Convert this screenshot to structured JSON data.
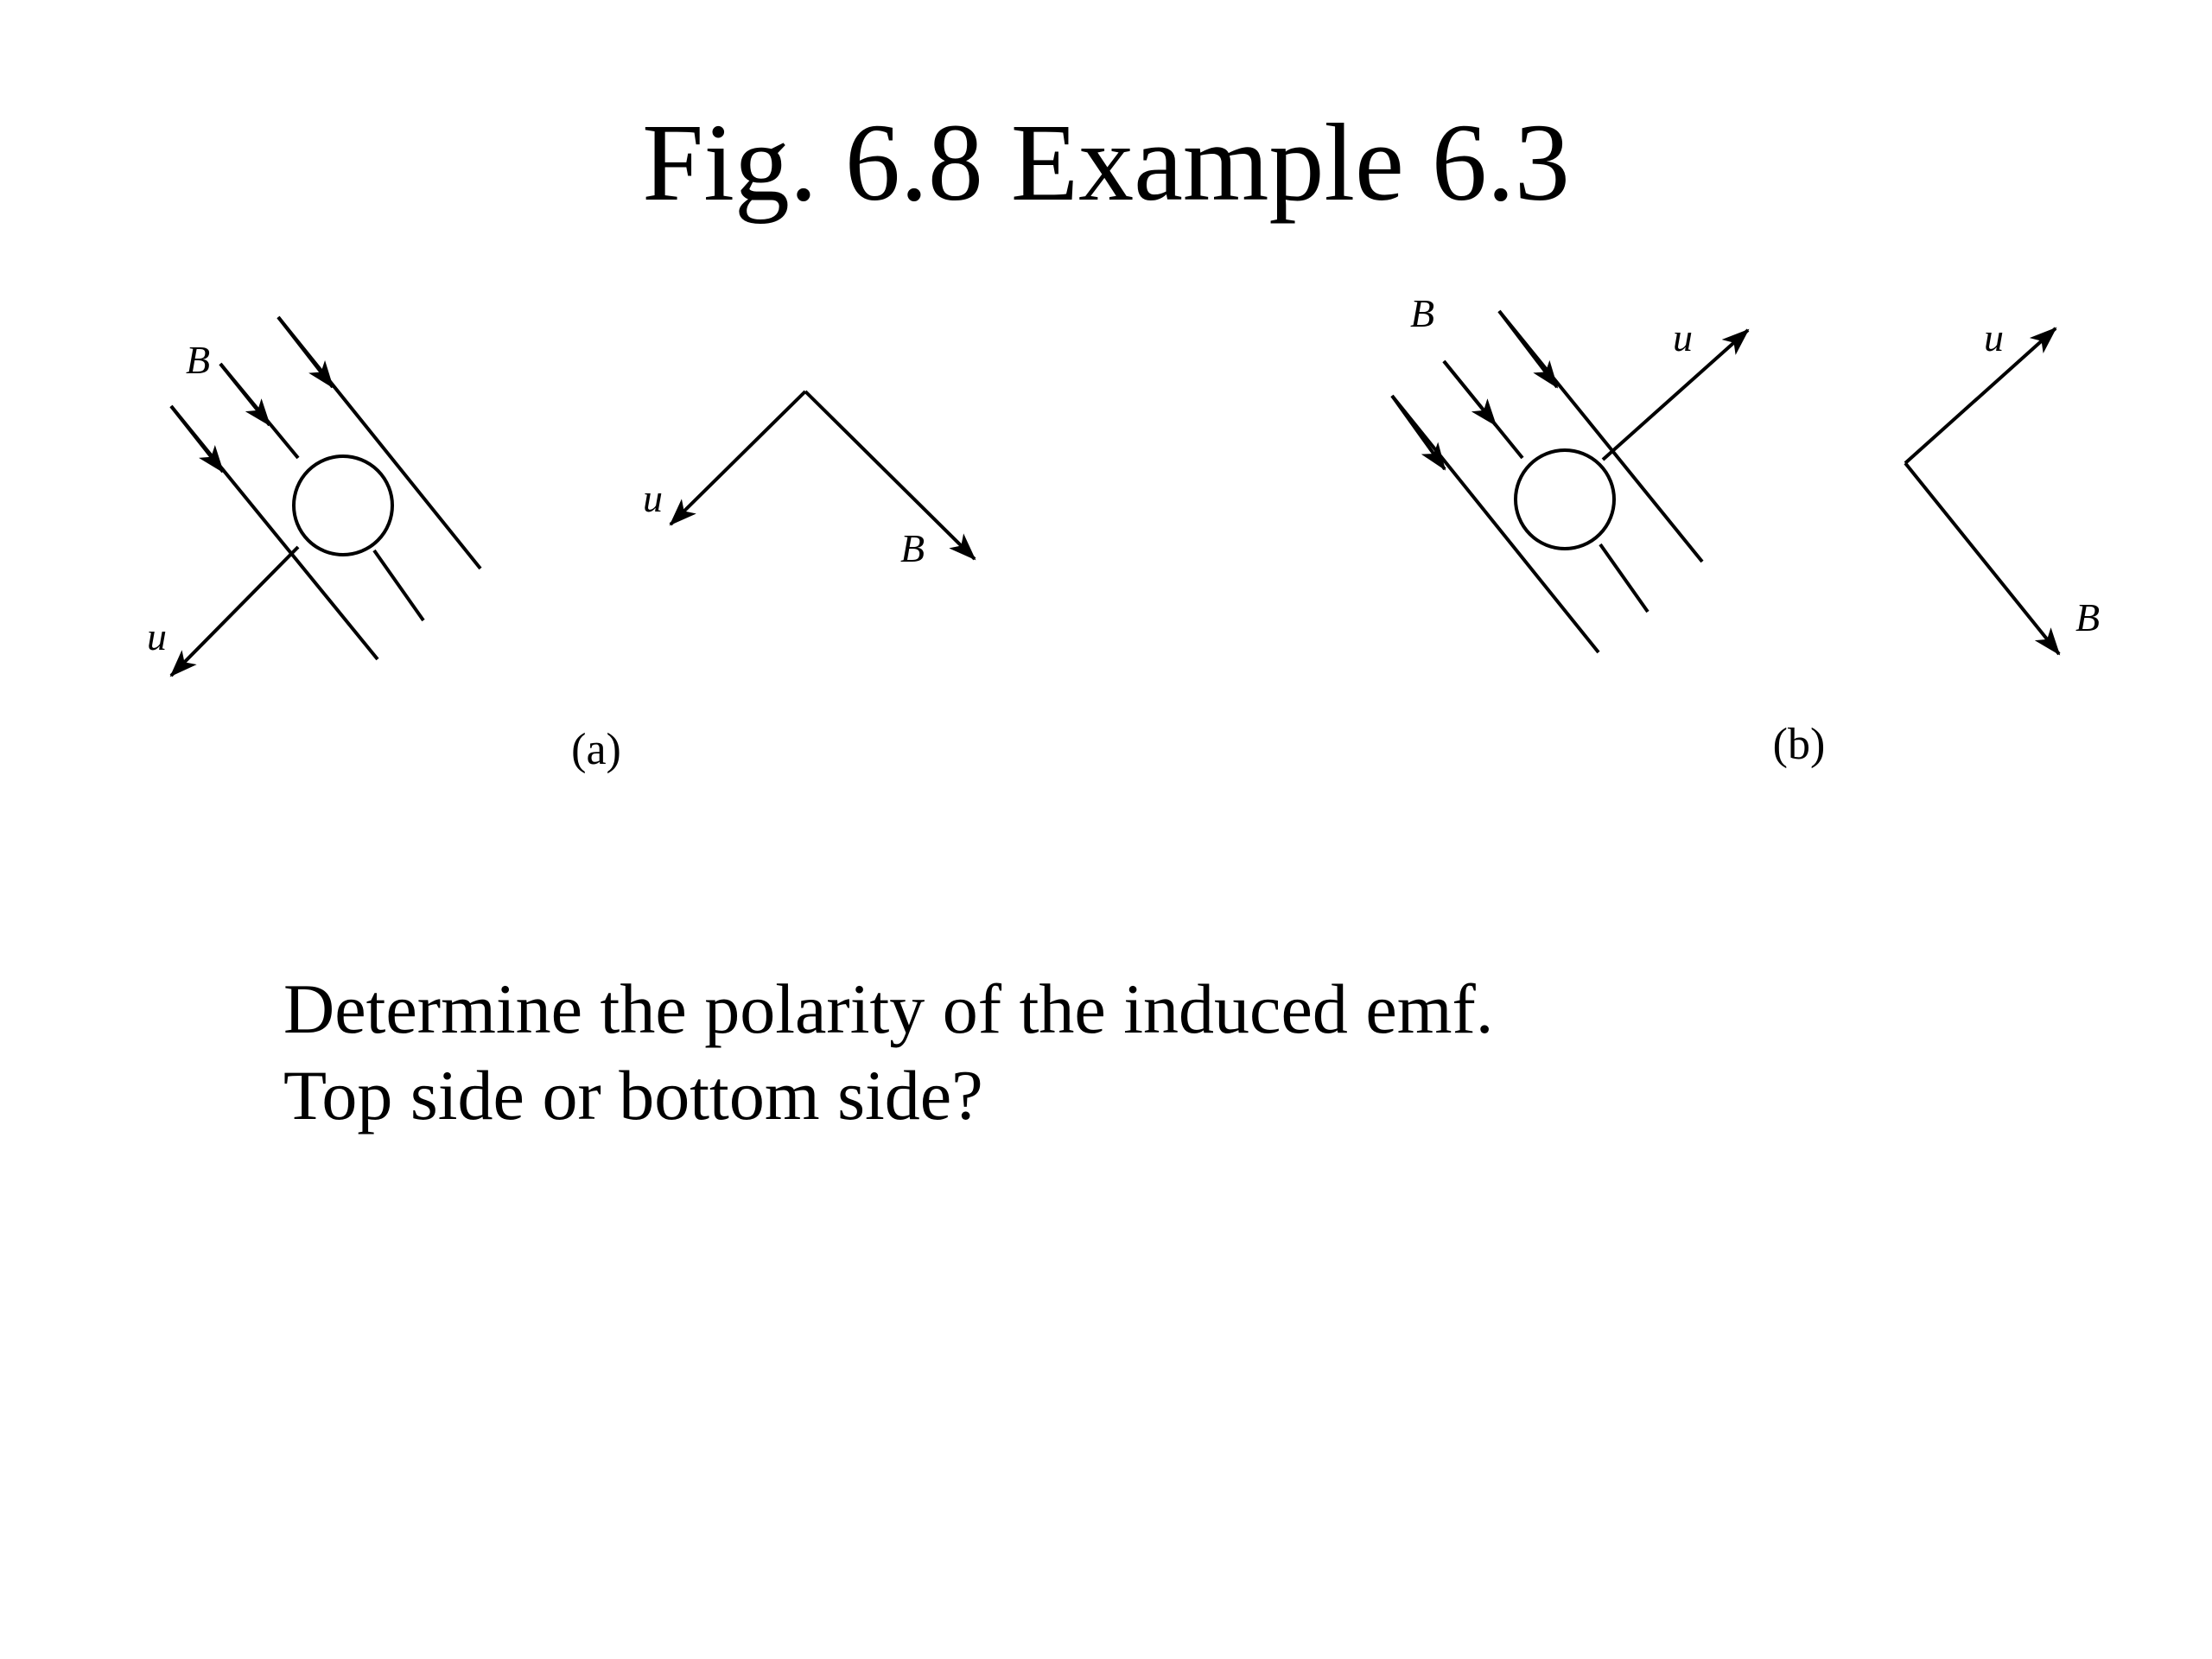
{
  "title": "Fig. 6.8 Example 6.3",
  "panel_a": {
    "label": "(a)",
    "B_label": "B",
    "u_label": "u",
    "vector_u_label": "u",
    "vector_B_label": "B"
  },
  "panel_b": {
    "label": "(b)",
    "B_label": "B",
    "u_label": "u",
    "vector_u_label": "u",
    "vector_B_label": "B"
  },
  "question": {
    "line1": "Determine the polarity of the induced emf.",
    "line2": "Top side or bottom side?"
  }
}
